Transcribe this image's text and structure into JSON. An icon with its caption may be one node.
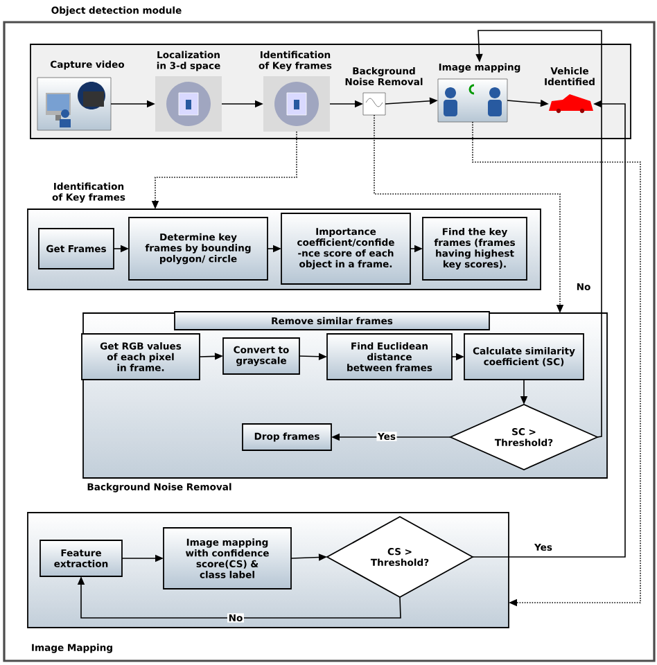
{
  "diagram": {
    "nodes": [
      {
        "text": [
          "Object detection module"
        ]
      },
      {
        "text": [],
        "shape": "box",
        "in": 0
      },
      {
        "text": [
          "Capture video"
        ],
        "in": 1
      },
      {
        "text": [
          "Localization in 3-d space"
        ],
        "in": 1
      },
      {
        "text": [
          "Identification of Key frames"
        ],
        "in": 1
      },
      {
        "text": [
          "Background Noise Removal"
        ],
        "in": 1
      },
      {
        "text": [
          "Image mapping"
        ],
        "in": 1
      },
      {
        "text": [
          "Vehicle Identified"
        ],
        "in": 1
      },
      {
        "text": [
          "Identification of Key frames"
        ],
        "in": 0
      },
      {
        "text": [
          "Get Frames"
        ],
        "in": 8
      },
      {
        "text": [
          "Determine key frames by bounding polygon/ circle"
        ],
        "in": 8
      },
      {
        "text": [
          "Importance coefficient/confide -nce score of each object in a frame."
        ],
        "in": 8
      },
      {
        "text": [
          "Find the key frames (frames having highest key scores)."
        ],
        "in": 8
      },
      {
        "text": [
          "Background Noise Removal"
        ],
        "in": 0
      },
      {
        "text": [
          "Remove similar frames"
        ],
        "in": 13
      },
      {
        "text": [
          "Get RGB values of each pixel in frame."
        ],
        "in": 13
      },
      {
        "text": [
          "Convert to grayscale"
        ],
        "in": 13
      },
      {
        "text": [
          "Find Euclidean distance between frames"
        ],
        "in": 13
      },
      {
        "text": [
          "Calculate similarity coefficient (SC)"
        ],
        "in": 13
      },
      {
        "text": [
          "SC > Threshold?"
        ],
        "in": 13
      },
      {
        "text": [
          "Drop frames"
        ],
        "in": 13
      },
      {
        "text": [
          "Image Mapping"
        ],
        "in": 0
      },
      {
        "text": [
          "Feature extraction"
        ],
        "in": 21
      },
      {
        "text": [
          "Image mapping with confidence score(CS) & class label"
        ],
        "in": 21
      },
      {
        "text": [
          "CS > Threshold?"
        ],
        "in": 21
      }
    ],
    "edges": [
      {
        "from": 2,
        "to": 3,
        "arrow": "to"
      },
      {
        "from": 3,
        "to": 4,
        "arrow": "to"
      },
      {
        "from": 4,
        "to": 5,
        "arrow": "to"
      },
      {
        "from": 5,
        "to": 6,
        "arrow": "to"
      },
      {
        "from": 6,
        "to": 7,
        "arrow": "to"
      },
      {
        "from": 4,
        "to": 8,
        "arrow": "to",
        "style": "dashed"
      },
      {
        "from": 5,
        "to": 13,
        "arrow": "to",
        "style": "dashed"
      },
      {
        "from": 6,
        "to": 21,
        "arrow": "to",
        "style": "dashed"
      },
      {
        "from": 9,
        "to": 10,
        "arrow": "to"
      },
      {
        "from": 10,
        "to": 11,
        "arrow": "to"
      },
      {
        "from": 11,
        "to": 12,
        "arrow": "to"
      },
      {
        "from": 15,
        "to": 16,
        "arrow": "to"
      },
      {
        "from": 16,
        "to": 17,
        "arrow": "to"
      },
      {
        "from": 17,
        "to": 18,
        "arrow": "to"
      },
      {
        "from": 18,
        "to": 19,
        "arrow": "to"
      },
      {
        "from": 19,
        "to": 20,
        "arrow": "to",
        "label": "Yes"
      },
      {
        "from": 19,
        "to": 6,
        "arrow": "to",
        "label": "No"
      },
      {
        "from": 22,
        "to": 23,
        "arrow": "to"
      },
      {
        "from": 23,
        "to": 24,
        "arrow": "to"
      },
      {
        "from": 24,
        "to": 22,
        "arrow": "to",
        "label": "No"
      },
      {
        "from": 24,
        "to": 7,
        "arrow": "to",
        "label": "Yes"
      }
    ]
  }
}
